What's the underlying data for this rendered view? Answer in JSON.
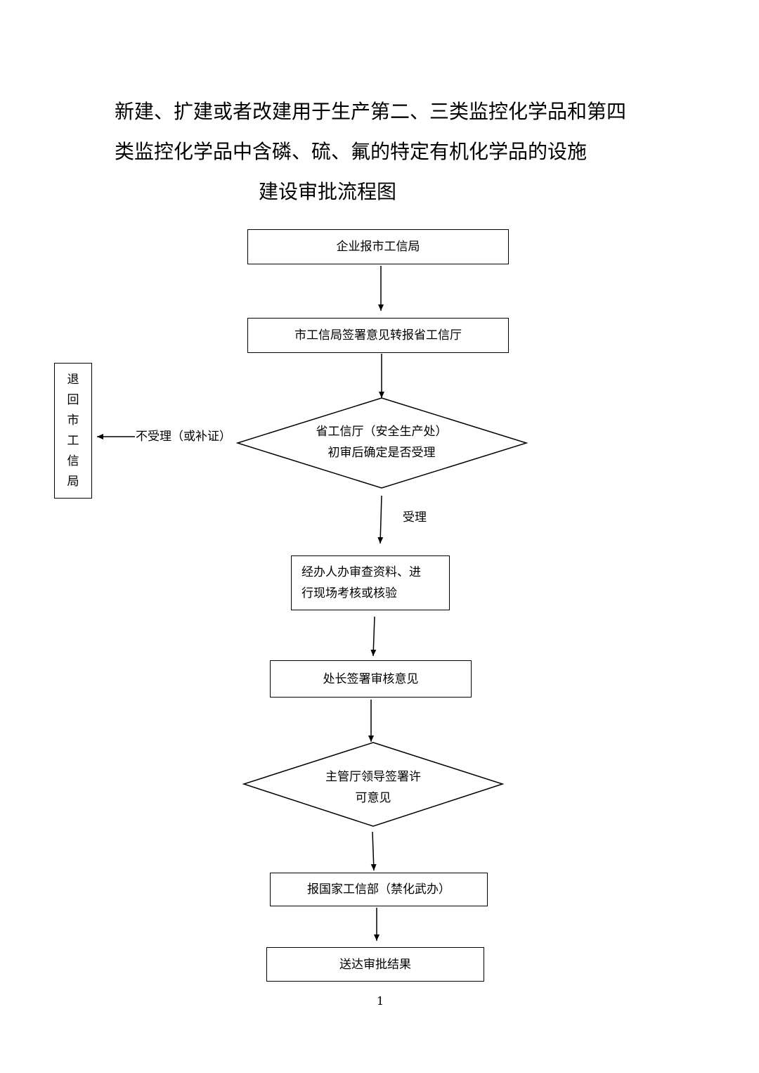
{
  "title": {
    "line1": "新建、扩建或者改建用于生产第二、三类监控化学品和第四",
    "line2": "类监控化学品中含磷、硫、氟的特定有机化学品的设施",
    "line3": "建设审批流程图"
  },
  "flow": {
    "step1": "企业报市工信局",
    "step2": "市工信局签署意见转报省工信厅",
    "decision1_line1": "省工信厅（安全生产处）",
    "decision1_line2": "初审后确定是否受理",
    "reject_label": "不受理（或补证）",
    "reject_box": "退回市工信局",
    "accept_label": "受理",
    "step3_line1": "经办人办审查资料、进",
    "step3_line2": "行现场考核或核验",
    "step4": "处长签署审核意见",
    "decision2_line1": "主管厅领导签署许",
    "decision2_line2": "可意见",
    "step5": "报国家工信部（禁化武办）",
    "step6": "送达审批结果"
  },
  "page_number": "1"
}
